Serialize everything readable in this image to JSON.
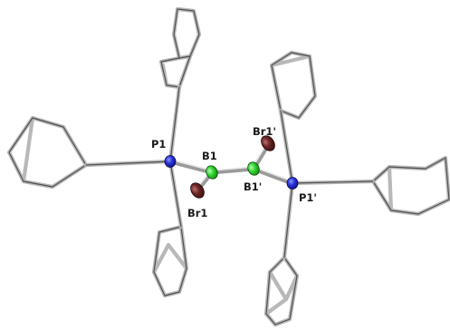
{
  "labels": {
    "p1": "P1",
    "b1": "B1",
    "br1": "Br1",
    "br1_prime": "Br1'",
    "b1_prime": "B1'",
    "p1_prime": "P1'"
  },
  "colors": {
    "phosphorus": "#1f2dd6",
    "boron": "#2fd42f",
    "bromine": "#6b2424",
    "bond": "#bdbdbd",
    "bond_edge": "#4a4a4a"
  }
}
